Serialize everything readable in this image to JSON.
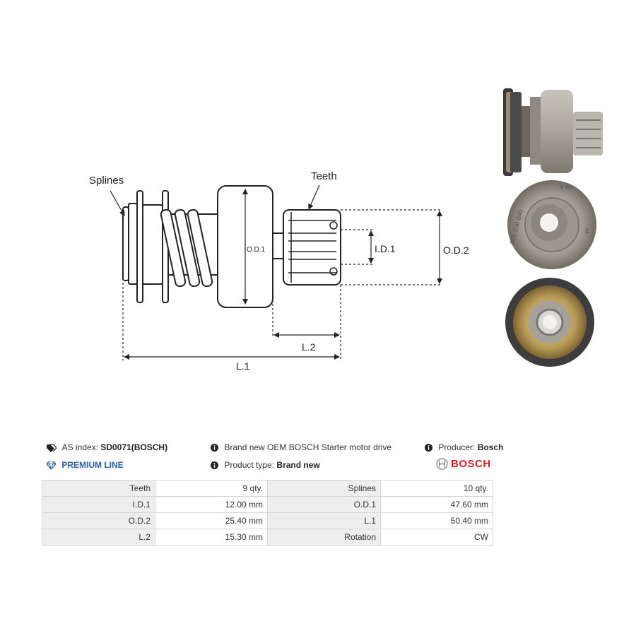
{
  "diagram": {
    "labels": {
      "splines": "Splines",
      "teeth": "Teeth",
      "od1": "O.D.1",
      "id1": "I.D.1",
      "od2": "O.D.2",
      "l2": "L.2",
      "l1": "L.1"
    },
    "photo_markings": {
      "part_number": "006 200 640",
      "code": "9 BH",
      "num": "44"
    }
  },
  "info": {
    "as_index_label": "AS index:",
    "as_index_value": "SD0071(BOSCH)",
    "premium_line": "PREMIUM LINE",
    "description": "Brand new OEM BOSCH Starter motor drive",
    "product_type_label": "Product type:",
    "product_type_value": "Brand new",
    "producer_label": "Producer:",
    "producer_value": "Bosch",
    "brand_logo_text": "BOSCH"
  },
  "specs": [
    {
      "l1": "Teeth",
      "v1": "9 qty.",
      "l2": "Splines",
      "v2": "10 qty."
    },
    {
      "l1": "I.D.1",
      "v1": "12.00 mm",
      "l2": "O.D.1",
      "v2": "47.60 mm"
    },
    {
      "l1": "O.D.2",
      "v1": "25.40 mm",
      "l2": "L.1",
      "v2": "50.40 mm"
    },
    {
      "l1": "L.2",
      "v1": "15.30 mm",
      "l2": "Rotation",
      "v2": "CW"
    }
  ],
  "colors": {
    "premium": "#2a5fa8",
    "bosch_red": "#d41f26",
    "table_label_bg": "#eeeeee",
    "table_border": "#d6d6d6"
  }
}
